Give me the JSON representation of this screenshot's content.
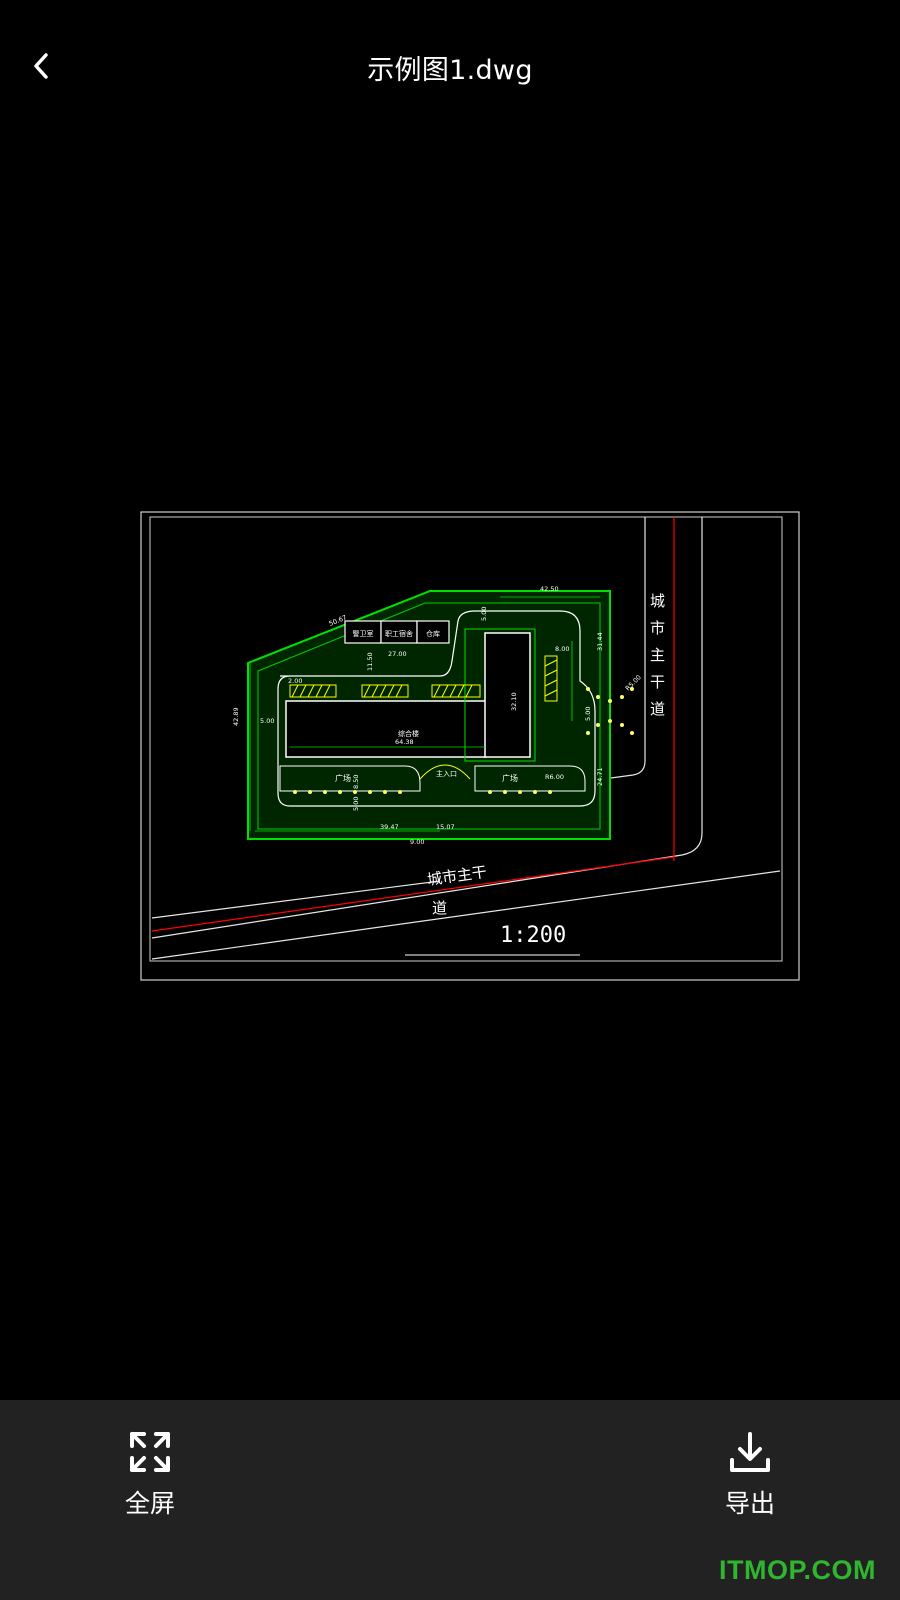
{
  "header": {
    "title": "示例图1.dwg",
    "back_icon": "chevron-left-icon"
  },
  "drawing": {
    "scale_label": "1:200",
    "road_label": "城市主干道",
    "road_label_bottom": "城市主干",
    "road_label_bottom_tail": "道",
    "road_side_chars": [
      "城",
      "市",
      "主",
      "干",
      "道"
    ],
    "building_label": "综合楼",
    "rooms": [
      "警卫室",
      "职工宿舍",
      "仓库"
    ],
    "plaza_left": "广场",
    "plaza_right": "广场",
    "entrance": "主入口",
    "dims": [
      "42.50",
      "50.67",
      "42.89",
      "5.00",
      "2.00",
      "27.00",
      "11.50",
      "64.38",
      "5.00",
      "32.10",
      "31.44",
      "8.00",
      "24.71",
      "5.00",
      "8.50",
      "5.00",
      "39.47",
      "9.00",
      "15.07",
      "R6.00",
      "R5.00"
    ],
    "colors": {
      "green": "#00e000",
      "red": "#ff0000",
      "yellow": "#ffff00",
      "white": "#ffffff",
      "frame": "#cfcfcf"
    }
  },
  "bottom": {
    "fullscreen_label": "全屏",
    "fullscreen_icon": "expand-icon",
    "export_label": "导出",
    "export_icon": "download-icon"
  },
  "watermark": "ITMOP.COM"
}
